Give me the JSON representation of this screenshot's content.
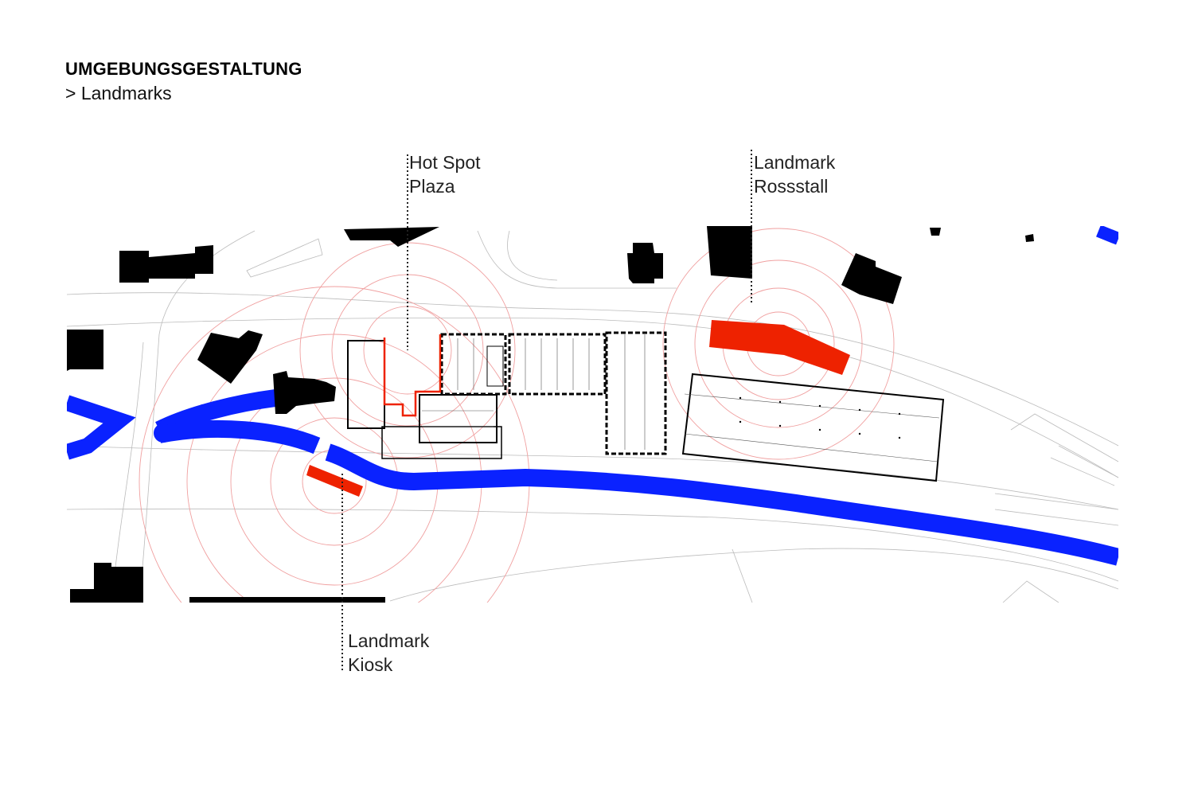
{
  "header": {
    "title": "UMGEBUNGSGESTALTUNG",
    "subtitle": "> Landmarks"
  },
  "labels": [
    {
      "line1": "Hot Spot",
      "line2": "Plaza"
    },
    {
      "line1": "Landmark",
      "line2": "Rossstall"
    },
    {
      "line1": "Landmark",
      "line2": "Kiosk"
    }
  ],
  "colors": {
    "river": "#0a22ff",
    "landmark": "#ee2200",
    "buildings": "#000000",
    "radius_rings": "#f0a0a0"
  }
}
